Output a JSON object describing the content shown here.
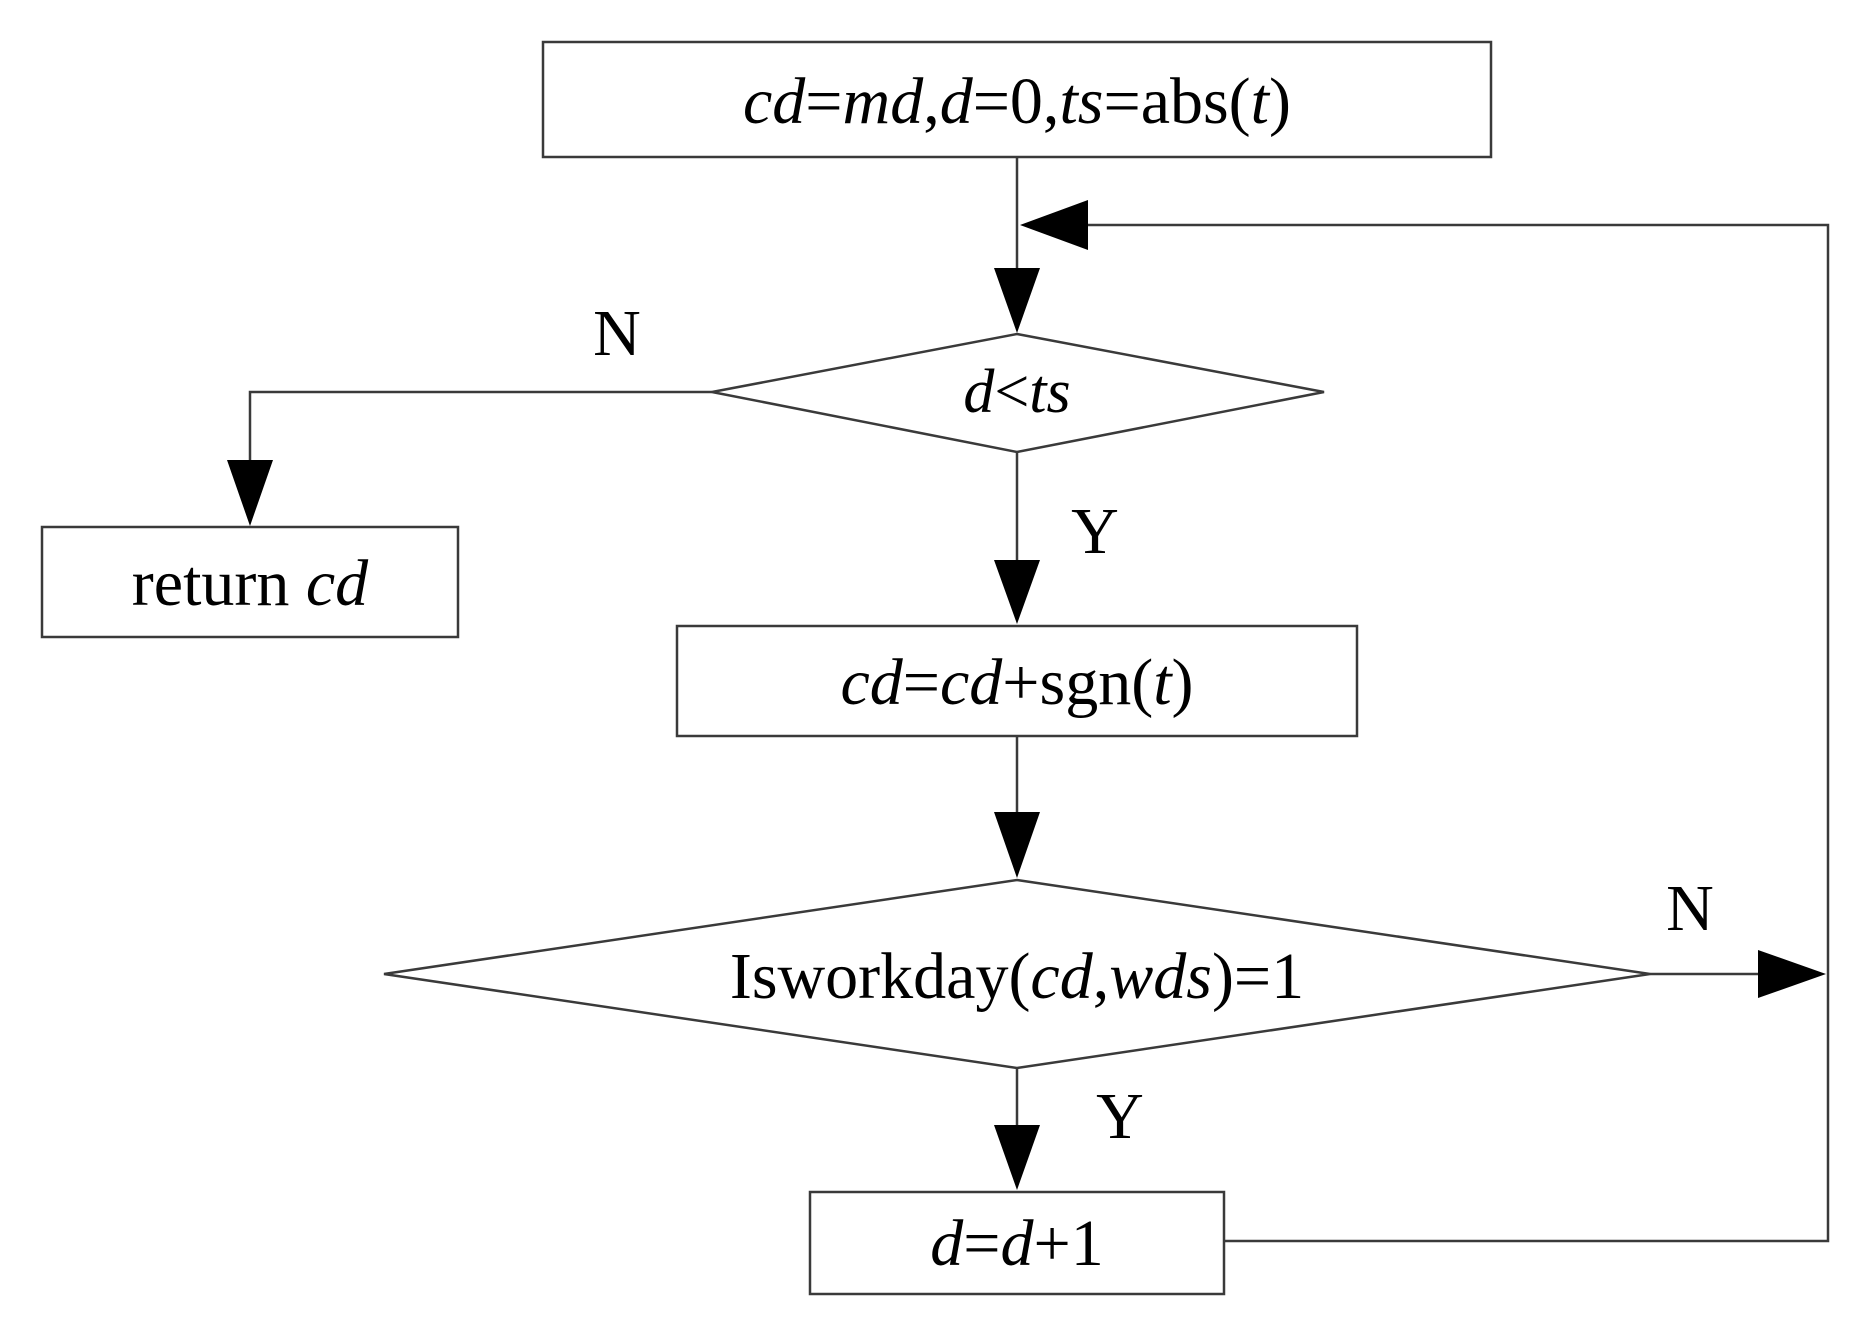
{
  "nodes": {
    "init": {
      "parts": [
        [
          "cd",
          "i"
        ],
        [
          "=",
          "n"
        ],
        [
          "md",
          "i"
        ],
        [
          ",",
          "n"
        ],
        [
          "d",
          "i"
        ],
        [
          "=0,",
          "n"
        ],
        [
          "ts",
          "i"
        ],
        [
          "=abs(",
          "n"
        ],
        [
          "t",
          "i"
        ],
        [
          ")",
          "n"
        ]
      ]
    },
    "cond_d_lt_ts": {
      "parts": [
        [
          "d",
          "i"
        ],
        [
          "<",
          "n"
        ],
        [
          "ts",
          "i"
        ]
      ]
    },
    "return": {
      "parts": [
        [
          "return ",
          "n"
        ],
        [
          "cd",
          "i"
        ]
      ]
    },
    "update_cd": {
      "parts": [
        [
          "cd",
          "i"
        ],
        [
          "=",
          "n"
        ],
        [
          "cd",
          "i"
        ],
        [
          "+sgn(",
          "n"
        ],
        [
          "t",
          "i"
        ],
        [
          ")",
          "n"
        ]
      ]
    },
    "cond_workday": {
      "parts": [
        [
          "Isworkday(",
          "n"
        ],
        [
          "cd",
          "i"
        ],
        [
          ",",
          "n"
        ],
        [
          "wds",
          "i"
        ],
        [
          ")=1",
          "n"
        ]
      ]
    },
    "increment_d": {
      "parts": [
        [
          "d",
          "i"
        ],
        [
          "=",
          "n"
        ],
        [
          "d",
          "i"
        ],
        [
          "+1",
          "n"
        ]
      ]
    }
  },
  "edge_labels": {
    "cond1_no": "N",
    "cond1_yes": "Y",
    "cond2_no": "N",
    "cond2_yes": "Y"
  },
  "colors": {
    "stroke": "#3a3a3a",
    "text": "#000000",
    "background": "#ffffff"
  }
}
